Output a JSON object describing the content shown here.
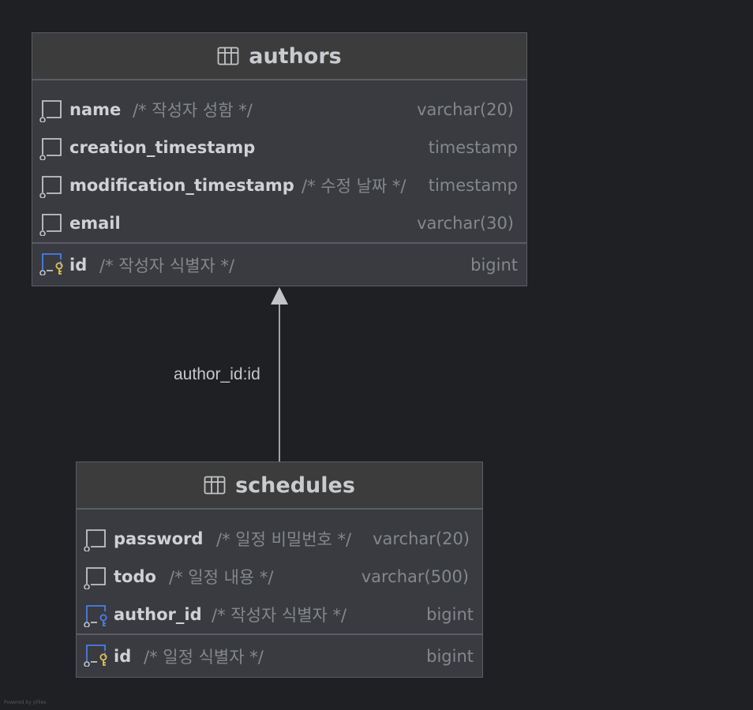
{
  "tables": {
    "authors": {
      "name": "authors",
      "columns": [
        {
          "name": "name",
          "comment": "/* 작성자 성함 */",
          "type": "varchar(20)"
        },
        {
          "name": "creation_timestamp",
          "comment": "",
          "type": "timestamp"
        },
        {
          "name": "modification_timestamp",
          "comment": "/* 수정 날짜 */",
          "type": "timestamp"
        },
        {
          "name": "email",
          "comment": "",
          "type": "varchar(30)"
        },
        {
          "name": "id",
          "comment": "/* 작성자 식별자 */",
          "type": "bigint"
        }
      ]
    },
    "schedules": {
      "name": "schedules",
      "columns": [
        {
          "name": "password",
          "comment": "/* 일정 비밀번호 */",
          "type": "varchar(20)"
        },
        {
          "name": "todo",
          "comment": "/* 일정 내용 */",
          "type": "varchar(500)"
        },
        {
          "name": "author_id",
          "comment": "/* 작성자 식별자 */",
          "type": "bigint"
        },
        {
          "name": "id",
          "comment": "/* 일정 식별자 */",
          "type": "bigint"
        }
      ]
    }
  },
  "relation": {
    "label": "author_id:id"
  },
  "footer": "Powered by yFiles",
  "colors": {
    "background": "#1f2023",
    "table_body": "#393b40",
    "header": "#3c3c3c",
    "primary_key": "#e8bf4a",
    "foreign_key": "#4a7de8"
  }
}
